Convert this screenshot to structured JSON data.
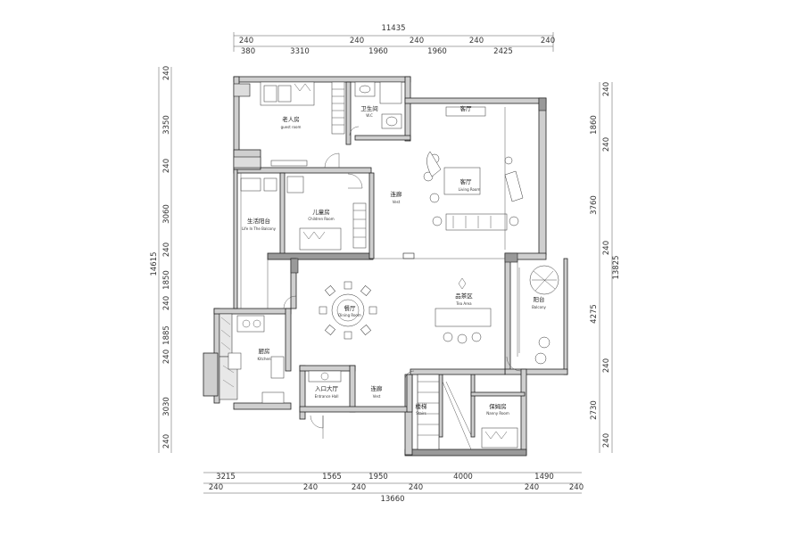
{
  "dimensions": {
    "top_total": "11435",
    "top_segments": [
      "240",
      "380",
      "3310",
      "240",
      "1960",
      "240",
      "1960",
      "240",
      "2425",
      "240"
    ],
    "bottom_total": "13660",
    "bottom_segments_upper": [
      "3215",
      "1565",
      "1950",
      "4000",
      "1490"
    ],
    "bottom_segments_lower": [
      "240",
      "240",
      "240",
      "240",
      "240",
      "240"
    ],
    "left_total": "14615",
    "left_segments": [
      "240",
      "3350",
      "240",
      "3060",
      "240",
      "1850",
      "240",
      "1885",
      "240",
      "3030",
      "240"
    ],
    "right_total": "13825",
    "right_segments": [
      "240",
      "1860",
      "240",
      "3760",
      "240",
      "4275",
      "240",
      "2730",
      "240"
    ]
  },
  "rooms": {
    "guest": {
      "cn": "老人房",
      "en": "guest room"
    },
    "wc": {
      "cn": "卫生间",
      "en": "W.C"
    },
    "living": {
      "cn": "客厅",
      "en": "Living Room"
    },
    "vest1": {
      "cn": "连廊",
      "en": "Vest"
    },
    "children": {
      "cn": "儿童房",
      "en": "Children Room"
    },
    "life_balcony": {
      "cn": "生活阳台",
      "en": "Life In The Balcony"
    },
    "dining": {
      "cn": "餐厅",
      "en": "Dining Room"
    },
    "tea": {
      "cn": "品茶区",
      "en": "Tea Area"
    },
    "balcony": {
      "cn": "阳台",
      "en": "Balcony"
    },
    "kitchen": {
      "cn": "厨房",
      "en": "Kitchen"
    },
    "entrance": {
      "cn": "入口大厅",
      "en": "Entrance Hall"
    },
    "vest2": {
      "cn": "连廊",
      "en": "Vest"
    },
    "stairs": {
      "cn": "楼梯",
      "en": "Stairs"
    },
    "nanny": {
      "cn": "保姆房",
      "en": "Nanny Room"
    }
  },
  "labels": {
    "living_top": "客厅"
  }
}
